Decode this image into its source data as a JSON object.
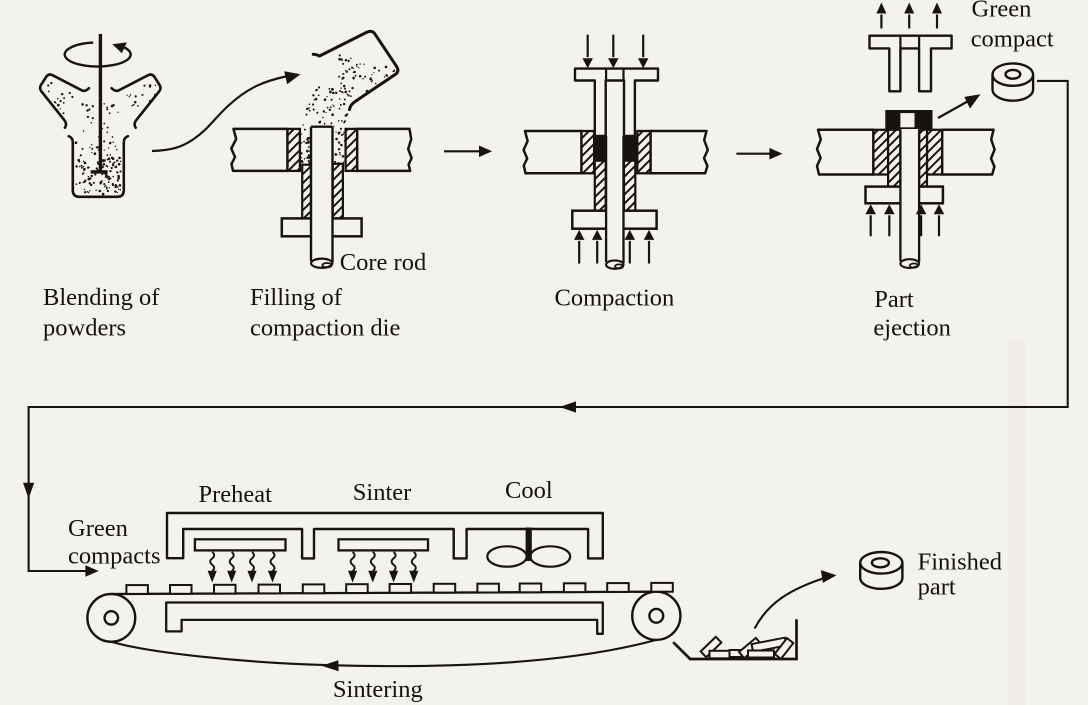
{
  "figure": {
    "subject": "Powder metallurgy process diagram",
    "colors": {
      "paper": "#f4f2ee",
      "ink": "#17130f"
    }
  },
  "stations": {
    "blending": {
      "label_line1": "Blending of",
      "label_line2": "powders"
    },
    "filling": {
      "label_line1": "Filling of",
      "label_line2": "compaction die",
      "core_rod_label": "Core rod"
    },
    "compaction": {
      "label": "Compaction"
    },
    "ejection": {
      "label_line1": "Part",
      "label_line2": "ejection",
      "product_label_line1": "Green",
      "product_label_line2": "compact"
    }
  },
  "furnace": {
    "zones": [
      {
        "label": "Preheat"
      },
      {
        "label": "Sinter"
      },
      {
        "label": "Cool"
      }
    ],
    "input_label_line1": "Green",
    "input_label_line2": "compacts",
    "process_label": "Sintering",
    "output_label_line1": "Finished",
    "output_label_line2": "part"
  }
}
